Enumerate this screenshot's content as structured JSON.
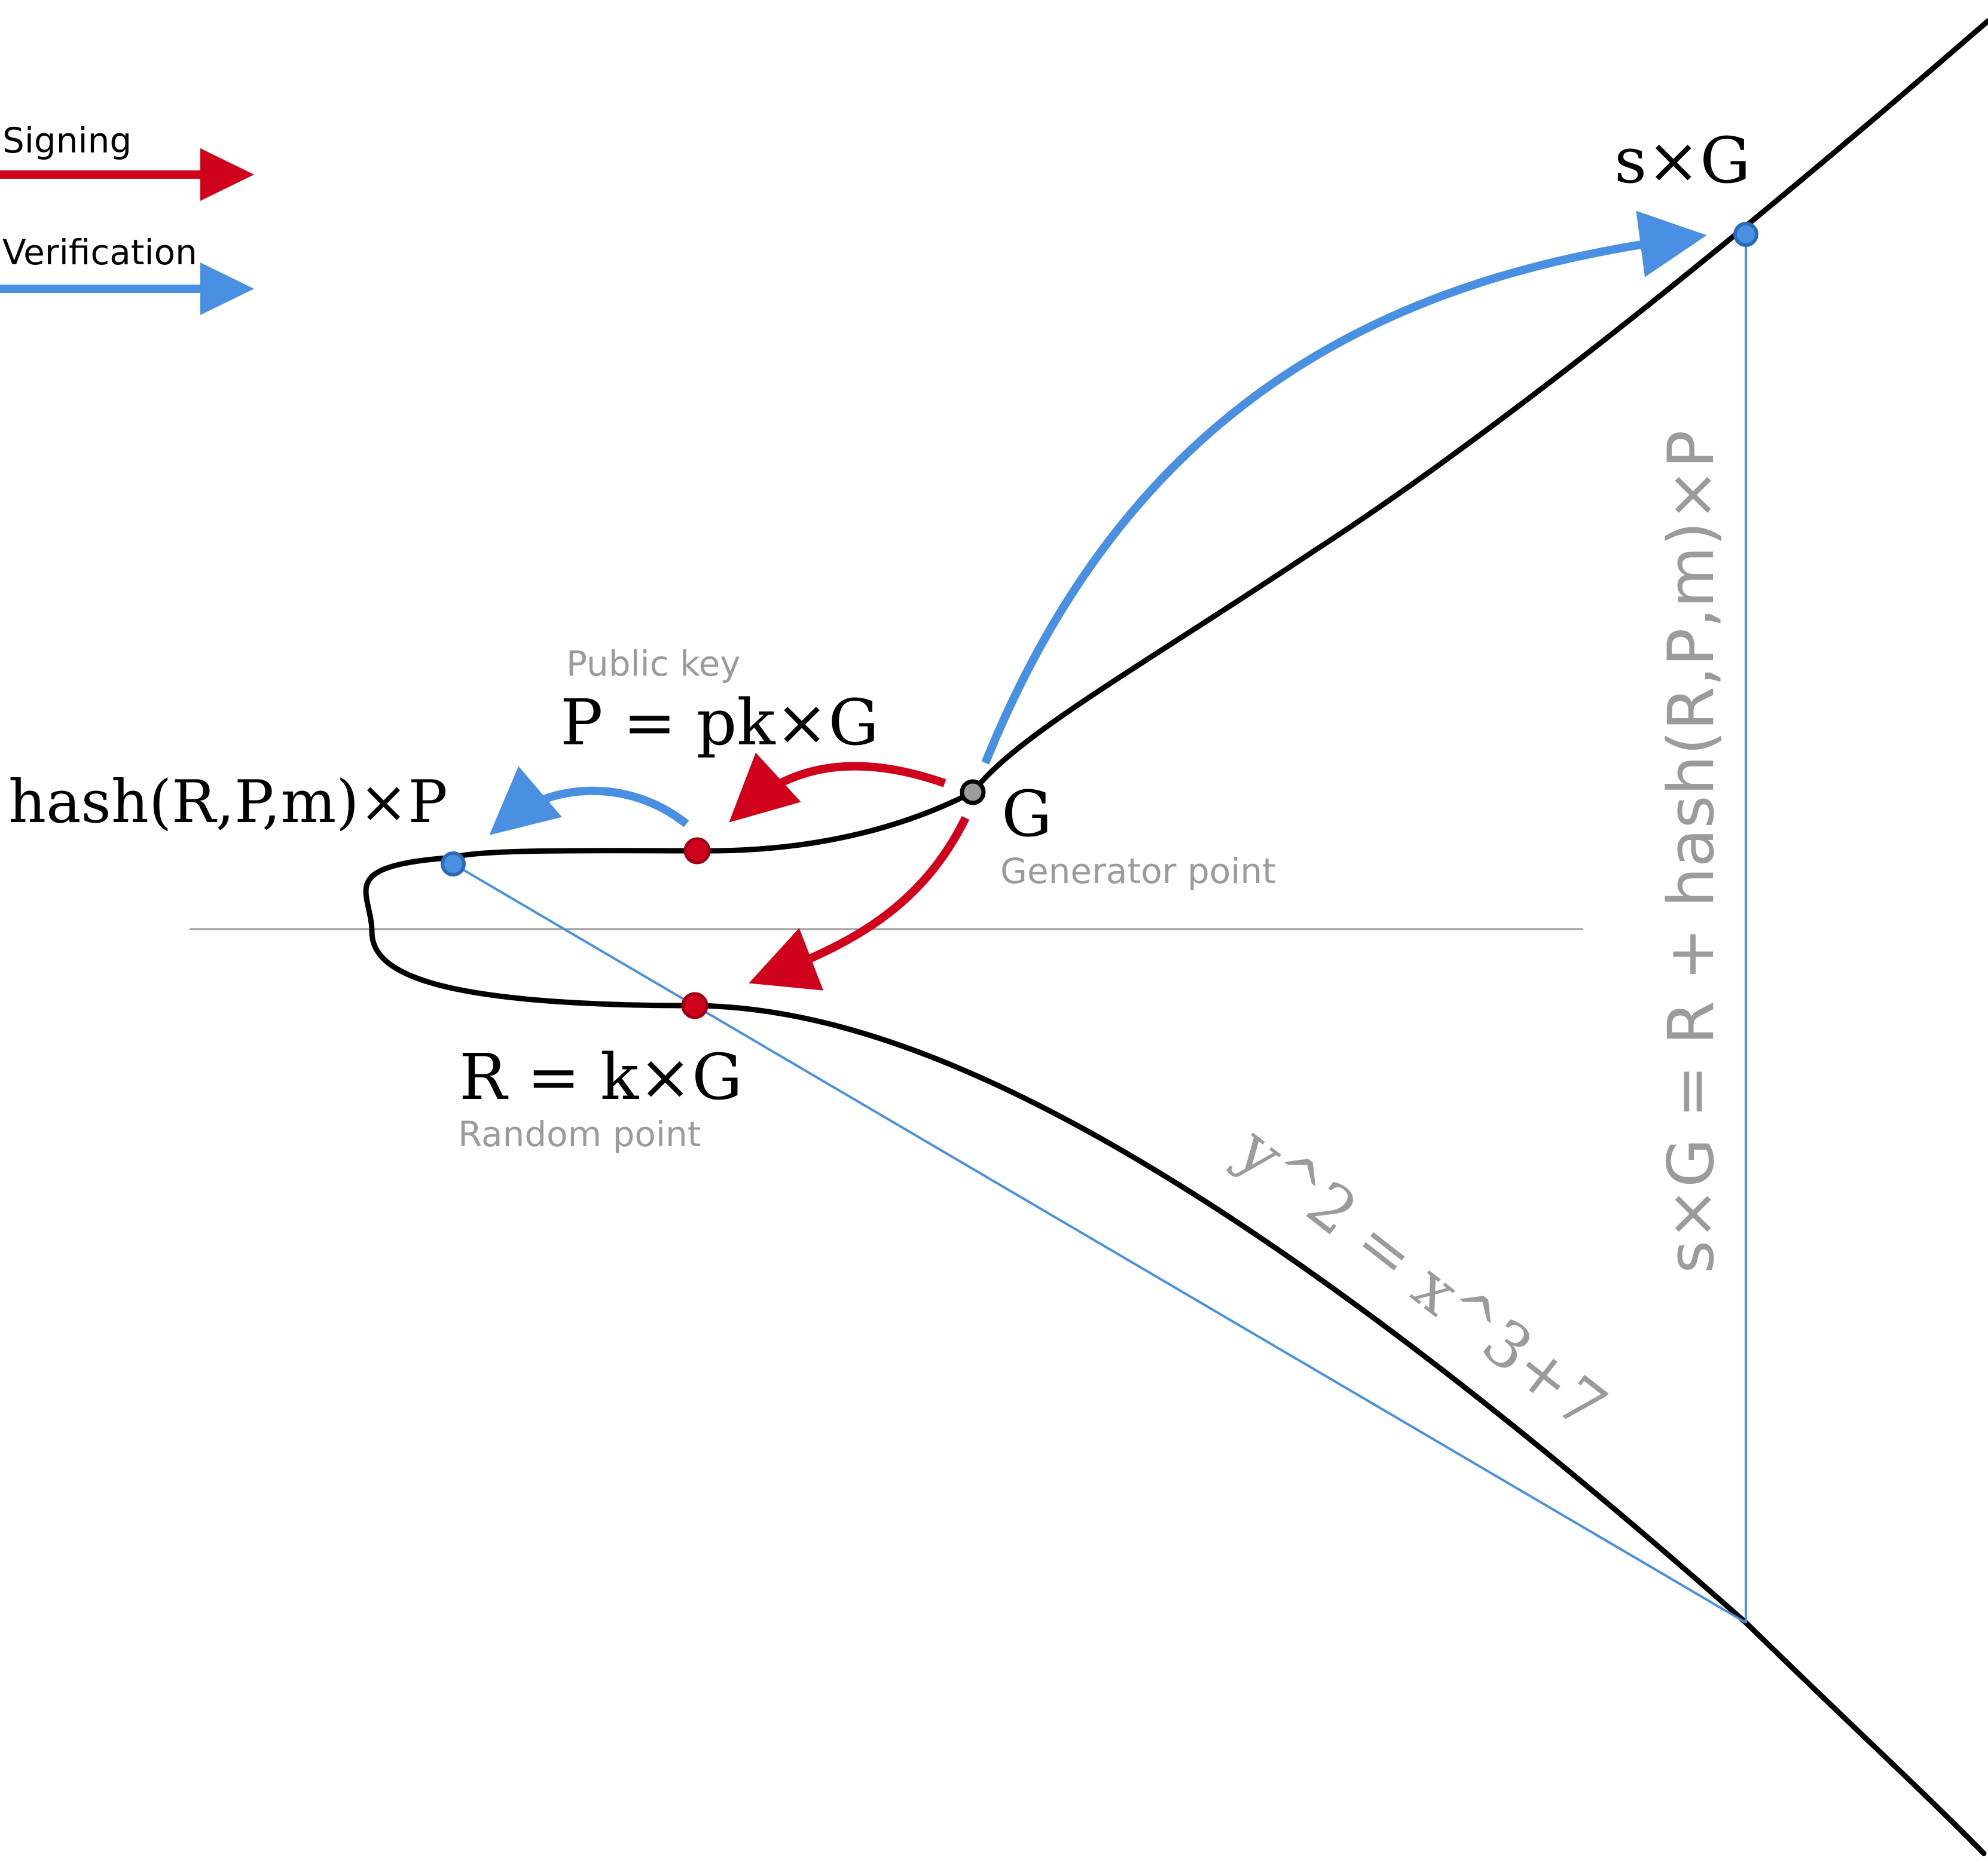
{
  "colors": {
    "signing": "#d0021b",
    "verification": "#4a90e2",
    "curve": "#000000",
    "axis": "#9b9b9b",
    "muted_text": "#9b9b9b",
    "generator_fill": "#9b9b9b"
  },
  "legend": {
    "signing_label": "Signing",
    "verification_label": "Verification"
  },
  "points": {
    "sG": {
      "label": "s×G"
    },
    "G": {
      "label": "G",
      "sublabel": "Generator point"
    },
    "P": {
      "label": "P = pk×G",
      "sublabel": "Public key"
    },
    "hashP": {
      "label": "hash(R,P,m)×P"
    },
    "R": {
      "label": "R = k×G",
      "sublabel": "Random point"
    }
  },
  "equation": "s×G = R + hash(R,P,m)×P",
  "curve_equation": "y^2 = x^3+7"
}
